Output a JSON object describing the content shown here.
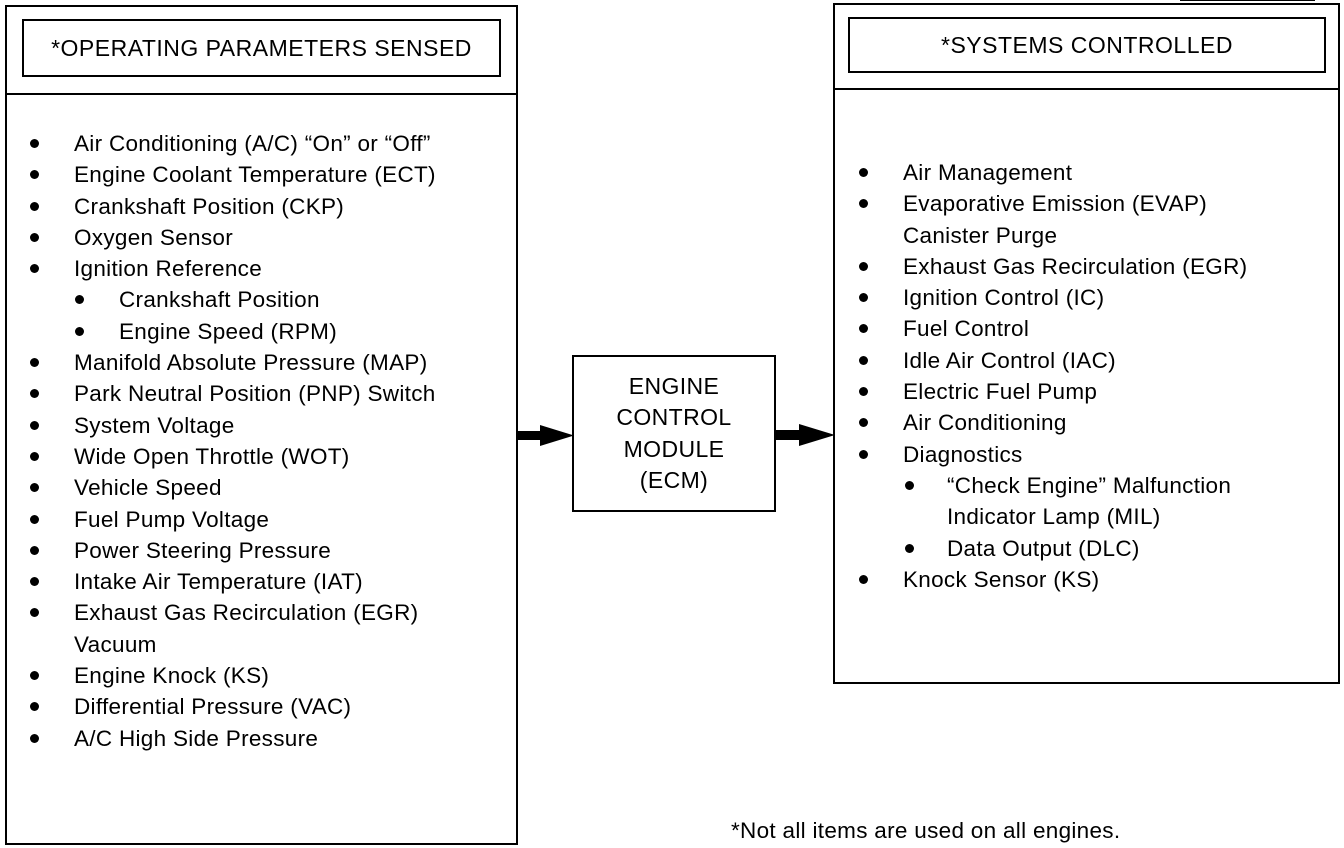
{
  "sensed": {
    "title": "*OPERATING PARAMETERS SENSED",
    "items": [
      {
        "text": "Air Conditioning (A/C) “On” or “Off”",
        "level": 1
      },
      {
        "text": "Engine Coolant Temperature (ECT)",
        "level": 1
      },
      {
        "text": "Crankshaft Position (CKP)",
        "level": 1
      },
      {
        "text": "Oxygen Sensor",
        "level": 1
      },
      {
        "text": "Ignition Reference",
        "level": 1
      },
      {
        "text": "Crankshaft Position",
        "level": 2
      },
      {
        "text": "Engine Speed (RPM)",
        "level": 2
      },
      {
        "text": "Manifold Absolute Pressure (MAP)",
        "level": 1
      },
      {
        "text": "Park Neutral Position (PNP) Switch",
        "level": 1
      },
      {
        "text": "System Voltage",
        "level": 1
      },
      {
        "text": "Wide Open Throttle (WOT)",
        "level": 1
      },
      {
        "text": "Vehicle Speed",
        "level": 1
      },
      {
        "text": "Fuel Pump Voltage",
        "level": 1
      },
      {
        "text": "Power Steering Pressure",
        "level": 1
      },
      {
        "text": "Intake Air Temperature (IAT)",
        "level": 1
      },
      {
        "text": "Exhaust Gas Recirculation (EGR)",
        "level": 1
      },
      {
        "text": "Vacuum",
        "level": 1,
        "continuation": true
      },
      {
        "text": "Engine Knock (KS)",
        "level": 1
      },
      {
        "text": "Differential Pressure (VAC)",
        "level": 1
      },
      {
        "text": "A/C High Side Pressure",
        "level": 1
      }
    ]
  },
  "ecm": {
    "lines": [
      "ENGINE",
      "CONTROL",
      "MODULE",
      "(ECM)"
    ]
  },
  "controlled": {
    "title": "*SYSTEMS CONTROLLED",
    "items": [
      {
        "text": "Air Management",
        "level": 1
      },
      {
        "text": "Evaporative Emission (EVAP)",
        "level": 1
      },
      {
        "text": "Canister Purge",
        "level": 1,
        "continuation": true
      },
      {
        "text": "Exhaust Gas Recirculation (EGR)",
        "level": 1
      },
      {
        "text": "Ignition Control (IC)",
        "level": 1
      },
      {
        "text": "Fuel Control",
        "level": 1
      },
      {
        "text": "Idle Air Control (IAC)",
        "level": 1
      },
      {
        "text": "Electric Fuel Pump",
        "level": 1
      },
      {
        "text": "Air Conditioning",
        "level": 1
      },
      {
        "text": "Diagnostics",
        "level": 1
      },
      {
        "text": "“Check Engine” Malfunction",
        "level": 2
      },
      {
        "text": "Indicator Lamp (MIL)",
        "level": 2,
        "continuation": true
      },
      {
        "text": "Data Output (DLC)",
        "level": 2
      },
      {
        "text": "Knock Sensor (KS)",
        "level": 1
      }
    ]
  },
  "footnote": "*Not all items are used on all engines."
}
